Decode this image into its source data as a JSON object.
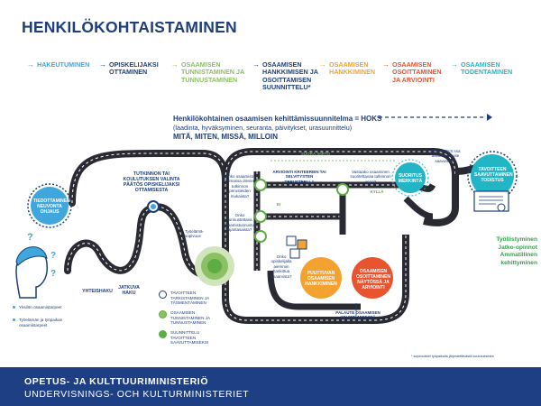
{
  "title": "HENKILÖKOHTAISTAMINEN",
  "colors": {
    "navy": "#1d3f7c",
    "blue": "#3fa7dc",
    "green": "#5dad45",
    "orange": "#f08b2c",
    "red": "#e8542f",
    "teal": "#22b5c6",
    "road": "#2a2a33",
    "footer": "#1f3f85"
  },
  "steps": [
    {
      "label": "HAKEUTUMINEN",
      "color": "#3fa7dc"
    },
    {
      "label": "OPISKELIJAKSI OTTAMINEN",
      "color": "#1d3f7c"
    },
    {
      "label": "OSAAMISEN TUNNISTAMINEN JA TUNNUSTAMINEN",
      "color": "#8cc063"
    },
    {
      "label": "OSAAMISEN HANKKIMISEN JA OSOITTAMISEN SUUNNITTELU*",
      "color": "#1d3f7c"
    },
    {
      "label": "OSAAMISEN HANKKIMINEN",
      "color": "#f3a230"
    },
    {
      "label": "OSAAMISEN OSOITTAMINEN JA ARVIOINTI",
      "color": "#e8542f"
    },
    {
      "label": "OSAAMISEN TODENTAMINEN",
      "color": "#22b5c6"
    }
  ],
  "hoks": {
    "title": "Henkilökohtainen osaamisen kehittämissuunnitelma = HOKS",
    "subtitle": "(laadinta, hyväksyminen, seuranta, päivitykset, urasuunnittelu)",
    "questions": "MITÄ, MITEN, MISSÄ, MILLOIN"
  },
  "labels": {
    "tutkinnon": "TUTKINNON TAI KOULUTUKSEN VALINTA PÄÄTÖS OPISKELIJAKSI OTTAMISESTA",
    "tiedottaminen": "TIEDOTTAMINEN NEUVONTA OHJAUS",
    "yhteishaku": "YHTEISHAKU",
    "jatkuva": "JATKUVA HAKU",
    "tyoelama": "Työelämä- sopivuus",
    "onko_osaamista": "Onko osaamista voimassa olevien tutkinnon perusteiden mukaista?",
    "onko_hankitut": "Onko tunnustettava osaamistunnustus ajantasaista?",
    "onko_aiemmin": "Onko opiskelijalla aiemmin hankittua osaamista?",
    "arviointi": "ARVIOINTI KRITEERIEN TAI SELVITYSTEN PERUSTEELLA",
    "vastaako": "Vastaako osaaminen suoritettavaa tutkinnon osaa?",
    "suora_siirto": "SUORA SIIRTO",
    "puuttuva": "PUUTTUVAN OSAAMISEN HANKKIMINEN",
    "osaamisen_osoittaminen": "OSAAMISEN OSOITTAMINEN NÄYTÖSSÄ JA ARVIOINTI",
    "palaute": "PALAUTE OSAAMISEN KEHITTYMISESTÄ",
    "suoritus": "SUORITUS MERKINTÄ",
    "onko_hoks": "Onko HOKS:ssa asetettu tavoite saavutettu?",
    "tavoitteen": "TAVOITTEEN SAAVUTTAMINEN TODISTUS",
    "kylla": "KYLLÄ",
    "ei": "EI"
  },
  "outcomes": [
    "Työllistyminen",
    "Jatko-opinnot",
    "Ammatillinen kehittyminen"
  ],
  "legend_left": [
    {
      "label": "Yksilön osaamistarpeet"
    },
    {
      "label": "Työelämän ja työpaikan osaamistarpeet"
    }
  ],
  "legend_mid": [
    {
      "label": "TAVOITTEEN TARKISTAMINEN JA TÄSMENTÄMINEN"
    },
    {
      "label": "OSAAMISEN TUNNISTAMINEN JA TUNNUSTAMINEN"
    },
    {
      "label": "SUUNNITTELU TAVOITTEEN SAAVUTTAMISEKSI"
    }
  ],
  "footnote": "* sopimukset työpaikalla järjestettävästä koulutuksesta",
  "footer": {
    "line1": "OPETUS- JA KULTTUURIMINISTERIÖ",
    "line2": "UNDERVISNINGS- OCH KULTURMINISTERIET"
  }
}
